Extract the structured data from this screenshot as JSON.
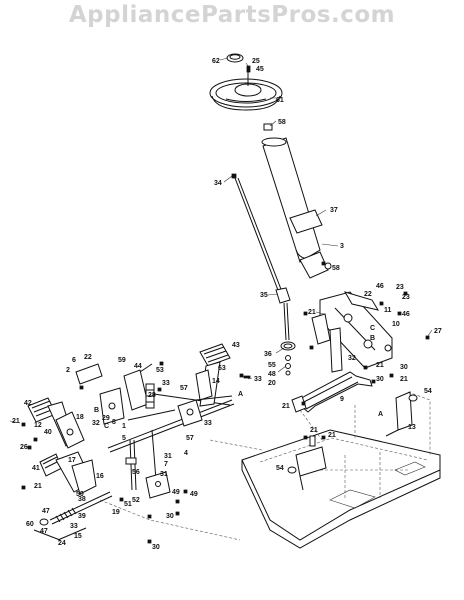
{
  "watermark": "AppliancePartsPros.com",
  "callouts": [
    {
      "id": "c62",
      "text": "62"
    },
    {
      "id": "c25",
      "text": "25"
    },
    {
      "id": "c45",
      "text": "45"
    },
    {
      "id": "c61",
      "text": "61"
    },
    {
      "id": "c58a",
      "text": "58"
    },
    {
      "id": "c34",
      "text": "34"
    },
    {
      "id": "c37",
      "text": "37"
    },
    {
      "id": "c3",
      "text": "3"
    },
    {
      "id": "c58b",
      "text": "58"
    },
    {
      "id": "c35",
      "text": "35"
    },
    {
      "id": "c46a",
      "text": "46"
    },
    {
      "id": "c23a",
      "text": "23"
    },
    {
      "id": "c22a",
      "text": "22"
    },
    {
      "id": "c23b",
      "text": "23"
    },
    {
      "id": "c11",
      "text": "11"
    },
    {
      "id": "c46b",
      "text": "46"
    },
    {
      "id": "c21a",
      "text": "21"
    },
    {
      "id": "c10",
      "text": "10"
    },
    {
      "id": "c27",
      "text": "27"
    },
    {
      "id": "cC1",
      "text": "C"
    },
    {
      "id": "cB1",
      "text": "B"
    },
    {
      "id": "c36",
      "text": "36"
    },
    {
      "id": "c55",
      "text": "55"
    },
    {
      "id": "c48",
      "text": "48"
    },
    {
      "id": "c20",
      "text": "20"
    },
    {
      "id": "c32a",
      "text": "32"
    },
    {
      "id": "c21b",
      "text": "21"
    },
    {
      "id": "c30a",
      "text": "30"
    },
    {
      "id": "c21c",
      "text": "21"
    },
    {
      "id": "c54a",
      "text": "54"
    },
    {
      "id": "c30b",
      "text": "30"
    },
    {
      "id": "c9",
      "text": "9"
    },
    {
      "id": "c21d",
      "text": "21"
    },
    {
      "id": "cA1",
      "text": "A"
    },
    {
      "id": "c13",
      "text": "13"
    },
    {
      "id": "c21e",
      "text": "21"
    },
    {
      "id": "c21f",
      "text": "21"
    },
    {
      "id": "c54b",
      "text": "54"
    },
    {
      "id": "c6",
      "text": "6"
    },
    {
      "id": "c22b",
      "text": "22"
    },
    {
      "id": "c2",
      "text": "2"
    },
    {
      "id": "c59",
      "text": "59"
    },
    {
      "id": "c44",
      "text": "44"
    },
    {
      "id": "c53",
      "text": "53"
    },
    {
      "id": "c43",
      "text": "43"
    },
    {
      "id": "c63",
      "text": "63"
    },
    {
      "id": "c33a",
      "text": "33"
    },
    {
      "id": "c33b",
      "text": "33"
    },
    {
      "id": "c57",
      "text": "57"
    },
    {
      "id": "c14",
      "text": "14"
    },
    {
      "id": "cA2",
      "text": "A"
    },
    {
      "id": "c33c",
      "text": "33"
    },
    {
      "id": "c42",
      "text": "42"
    },
    {
      "id": "c21g",
      "text": "21"
    },
    {
      "id": "c18",
      "text": "18"
    },
    {
      "id": "c12",
      "text": "12"
    },
    {
      "id": "c40",
      "text": "40"
    },
    {
      "id": "cB2",
      "text": "B"
    },
    {
      "id": "c29",
      "text": "29"
    },
    {
      "id": "c28",
      "text": "28"
    },
    {
      "id": "cC2",
      "text": "C"
    },
    {
      "id": "c32b",
      "text": "32"
    },
    {
      "id": "c8",
      "text": "8"
    },
    {
      "id": "c1",
      "text": "1"
    },
    {
      "id": "c5",
      "text": "5"
    },
    {
      "id": "c4",
      "text": "4"
    },
    {
      "id": "c57b",
      "text": "57"
    },
    {
      "id": "c26",
      "text": "26"
    },
    {
      "id": "c41",
      "text": "41"
    },
    {
      "id": "c17",
      "text": "17"
    },
    {
      "id": "c16",
      "text": "16"
    },
    {
      "id": "c56",
      "text": "56"
    },
    {
      "id": "c31a",
      "text": "31"
    },
    {
      "id": "c7",
      "text": "7"
    },
    {
      "id": "c31b",
      "text": "31"
    },
    {
      "id": "c21h",
      "text": "21"
    },
    {
      "id": "c50",
      "text": "50"
    },
    {
      "id": "c38",
      "text": "38"
    },
    {
      "id": "c49a",
      "text": "49"
    },
    {
      "id": "c49b",
      "text": "49"
    },
    {
      "id": "c19",
      "text": "19"
    },
    {
      "id": "c51",
      "text": "51"
    },
    {
      "id": "c52",
      "text": "52"
    },
    {
      "id": "c30c",
      "text": "30"
    },
    {
      "id": "c30d",
      "text": "30"
    },
    {
      "id": "c60",
      "text": "60"
    },
    {
      "id": "c47a",
      "text": "47"
    },
    {
      "id": "c39",
      "text": "39"
    },
    {
      "id": "c33d",
      "text": "33"
    },
    {
      "id": "c47b",
      "text": "47"
    },
    {
      "id": "c15",
      "text": "15"
    },
    {
      "id": "c24",
      "text": "24"
    }
  ]
}
